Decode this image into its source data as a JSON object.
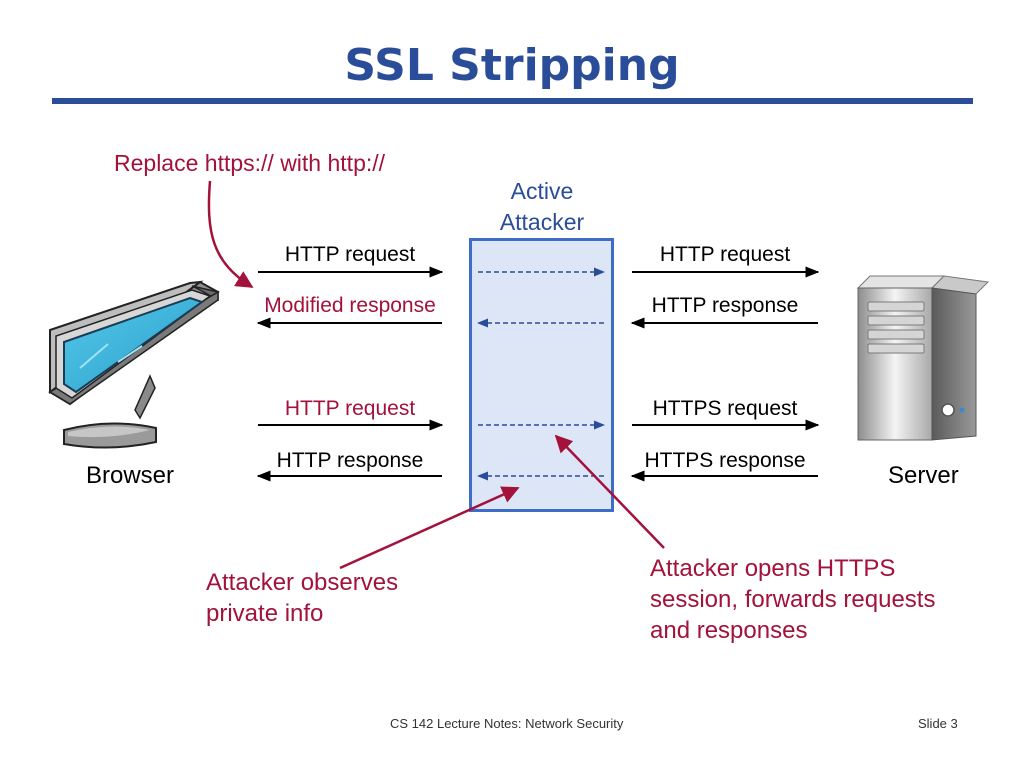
{
  "title": "SSL Stripping",
  "attacker_label": "Active Attacker",
  "browser_label": "Browser",
  "server_label": "Server",
  "left_messages": [
    "HTTP request",
    "Modified response",
    "HTTP request",
    "HTTP response"
  ],
  "right_messages": [
    "HTTP request",
    "HTTP response",
    "HTTPS request",
    "HTTPS response"
  ],
  "callouts": {
    "replace": "Replace https:// with http://",
    "observes": "Attacker observes private info",
    "opens_session": "Attacker opens HTTPS session, forwards requests and responses"
  },
  "footer": {
    "course": "CS 142 Lecture Notes: Network Security",
    "slide": "Slide 3"
  },
  "colors": {
    "title": "#2a4d9a",
    "annotation": "#a3123b",
    "attacker_fill": "#dce6f7",
    "attacker_border": "#3f6cc4",
    "dashed_arrow": "#2a4d9a"
  }
}
